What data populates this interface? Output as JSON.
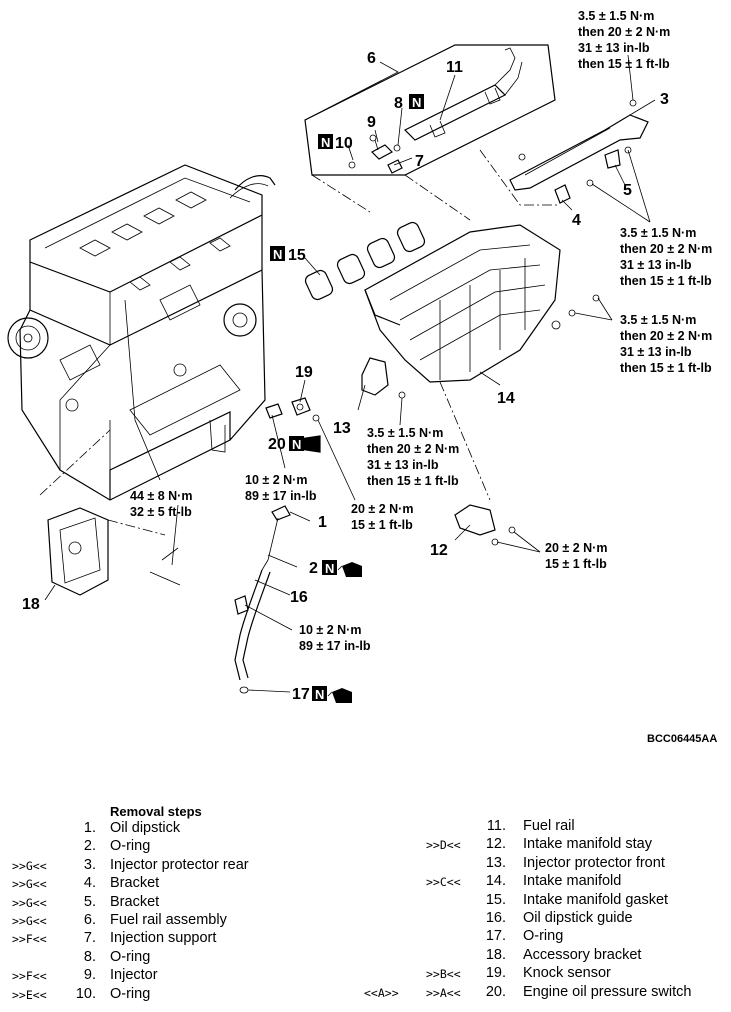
{
  "figure_id": "BCC06445AA",
  "callouts": {
    "c1": "1",
    "c2": "2",
    "c3": "3",
    "c4": "4",
    "c5": "5",
    "c6": "6",
    "c7": "7",
    "c8": "8",
    "c9": "9",
    "c10": "10",
    "c11": "11",
    "c12": "12",
    "c13": "13",
    "c14": "14",
    "c15": "15",
    "c16": "16",
    "c17": "17",
    "c18": "18",
    "c19": "19",
    "c20": "20"
  },
  "new_part_mark": "N",
  "torque_specs": {
    "t_top": [
      "3.5 ± 1.5 N·m",
      "then 20 ± 2 N·m",
      "31 ± 13 in-lb",
      "then 15 ± 1 ft-lb"
    ],
    "t_right1": [
      "3.5 ± 1.5 N·m",
      "then 20 ± 2 N·m",
      "31 ± 13 in-lb",
      "then 15 ± 1 ft-lb"
    ],
    "t_right2": [
      "3.5 ± 1.5 N·m",
      "then 20 ± 2 N·m",
      "31 ± 13 in-lb",
      "then 15 ± 1 ft-lb"
    ],
    "t_center": [
      "3.5 ± 1.5 N·m",
      "then 20 ± 2 N·m",
      "31 ± 13 in-lb",
      "then 15 ± 1 ft-lb"
    ],
    "t_bracket18": [
      "44 ± 8 N·m",
      "32 ± 5 ft-lb"
    ],
    "t_switch20": [
      "10 ± 2 N·m",
      "89 ± 17 in-lb"
    ],
    "t_sensor19": [
      "20 ± 2 N·m",
      "15 ± 1 ft-lb"
    ],
    "t_stay12": [
      "20 ± 2 N·m",
      "15 ± 1 ft-lb"
    ],
    "t_guide16": [
      "10 ± 2 N·m",
      "89 ± 17 in-lb"
    ]
  },
  "removal_steps": {
    "title": "Removal steps",
    "left": [
      {
        "mark": "",
        "num": "1.",
        "label": "Oil dipstick"
      },
      {
        "mark": "",
        "num": "2.",
        "label": "O-ring"
      },
      {
        "mark": ">>G<<",
        "num": "3.",
        "label": "Injector protector rear"
      },
      {
        "mark": ">>G<<",
        "num": "4.",
        "label": "Bracket"
      },
      {
        "mark": ">>G<<",
        "num": "5.",
        "label": "Bracket"
      },
      {
        "mark": ">>G<<",
        "num": "6.",
        "label": "Fuel rail assembly"
      },
      {
        "mark": ">>F<<",
        "num": "7.",
        "label": "Injection support"
      },
      {
        "mark": "",
        "num": "8.",
        "label": "O-ring"
      },
      {
        "mark": ">>F<<",
        "num": "9.",
        "label": "Injector"
      },
      {
        "mark": ">>E<<",
        "num": "10.",
        "label": "O-ring"
      }
    ],
    "right": [
      {
        "mark2": "",
        "mark": "",
        "num": "11.",
        "label": "Fuel rail"
      },
      {
        "mark2": "",
        "mark": ">>D<<",
        "num": "12.",
        "label": "Intake manifold stay"
      },
      {
        "mark2": "",
        "mark": "",
        "num": "13.",
        "label": "Injector protector front"
      },
      {
        "mark2": "",
        "mark": ">>C<<",
        "num": "14.",
        "label": "Intake manifold"
      },
      {
        "mark2": "",
        "mark": "",
        "num": "15.",
        "label": "Intake manifold gasket"
      },
      {
        "mark2": "",
        "mark": "",
        "num": "16.",
        "label": "Oil dipstick guide"
      },
      {
        "mark2": "",
        "mark": "",
        "num": "17.",
        "label": "O-ring"
      },
      {
        "mark2": "",
        "mark": "",
        "num": "18.",
        "label": "Accessory bracket"
      },
      {
        "mark2": "",
        "mark": ">>B<<",
        "num": "19.",
        "label": "Knock sensor"
      },
      {
        "mark2": "<<A>>",
        "mark": ">>A<<",
        "num": "20.",
        "label": "Engine oil pressure switch"
      }
    ]
  }
}
